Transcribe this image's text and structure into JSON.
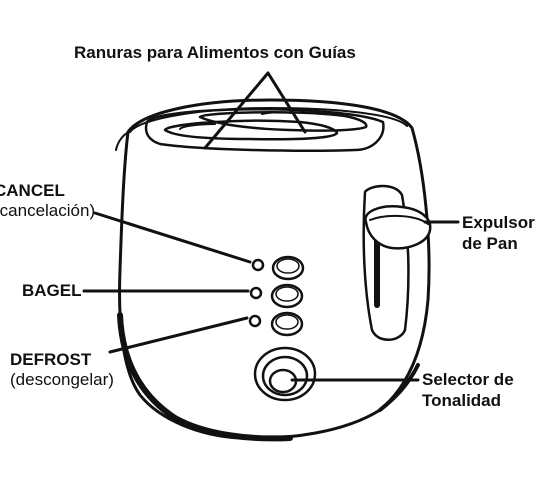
{
  "labels": {
    "slots": "Ranuras para Alimentos con Guías",
    "cancel_title": "CANCEL",
    "cancel_sub": "(cancelación)",
    "bagel": "BAGEL",
    "defrost_title": "DEFROST",
    "defrost_sub": "(descongelar)",
    "ejector_line1": "Expulsor",
    "ejector_line2": "de Pan",
    "selector_line1": "Selector de",
    "selector_line2": "Tonalidad"
  },
  "colors": {
    "ink": "#111111",
    "background": "#ffffff"
  }
}
